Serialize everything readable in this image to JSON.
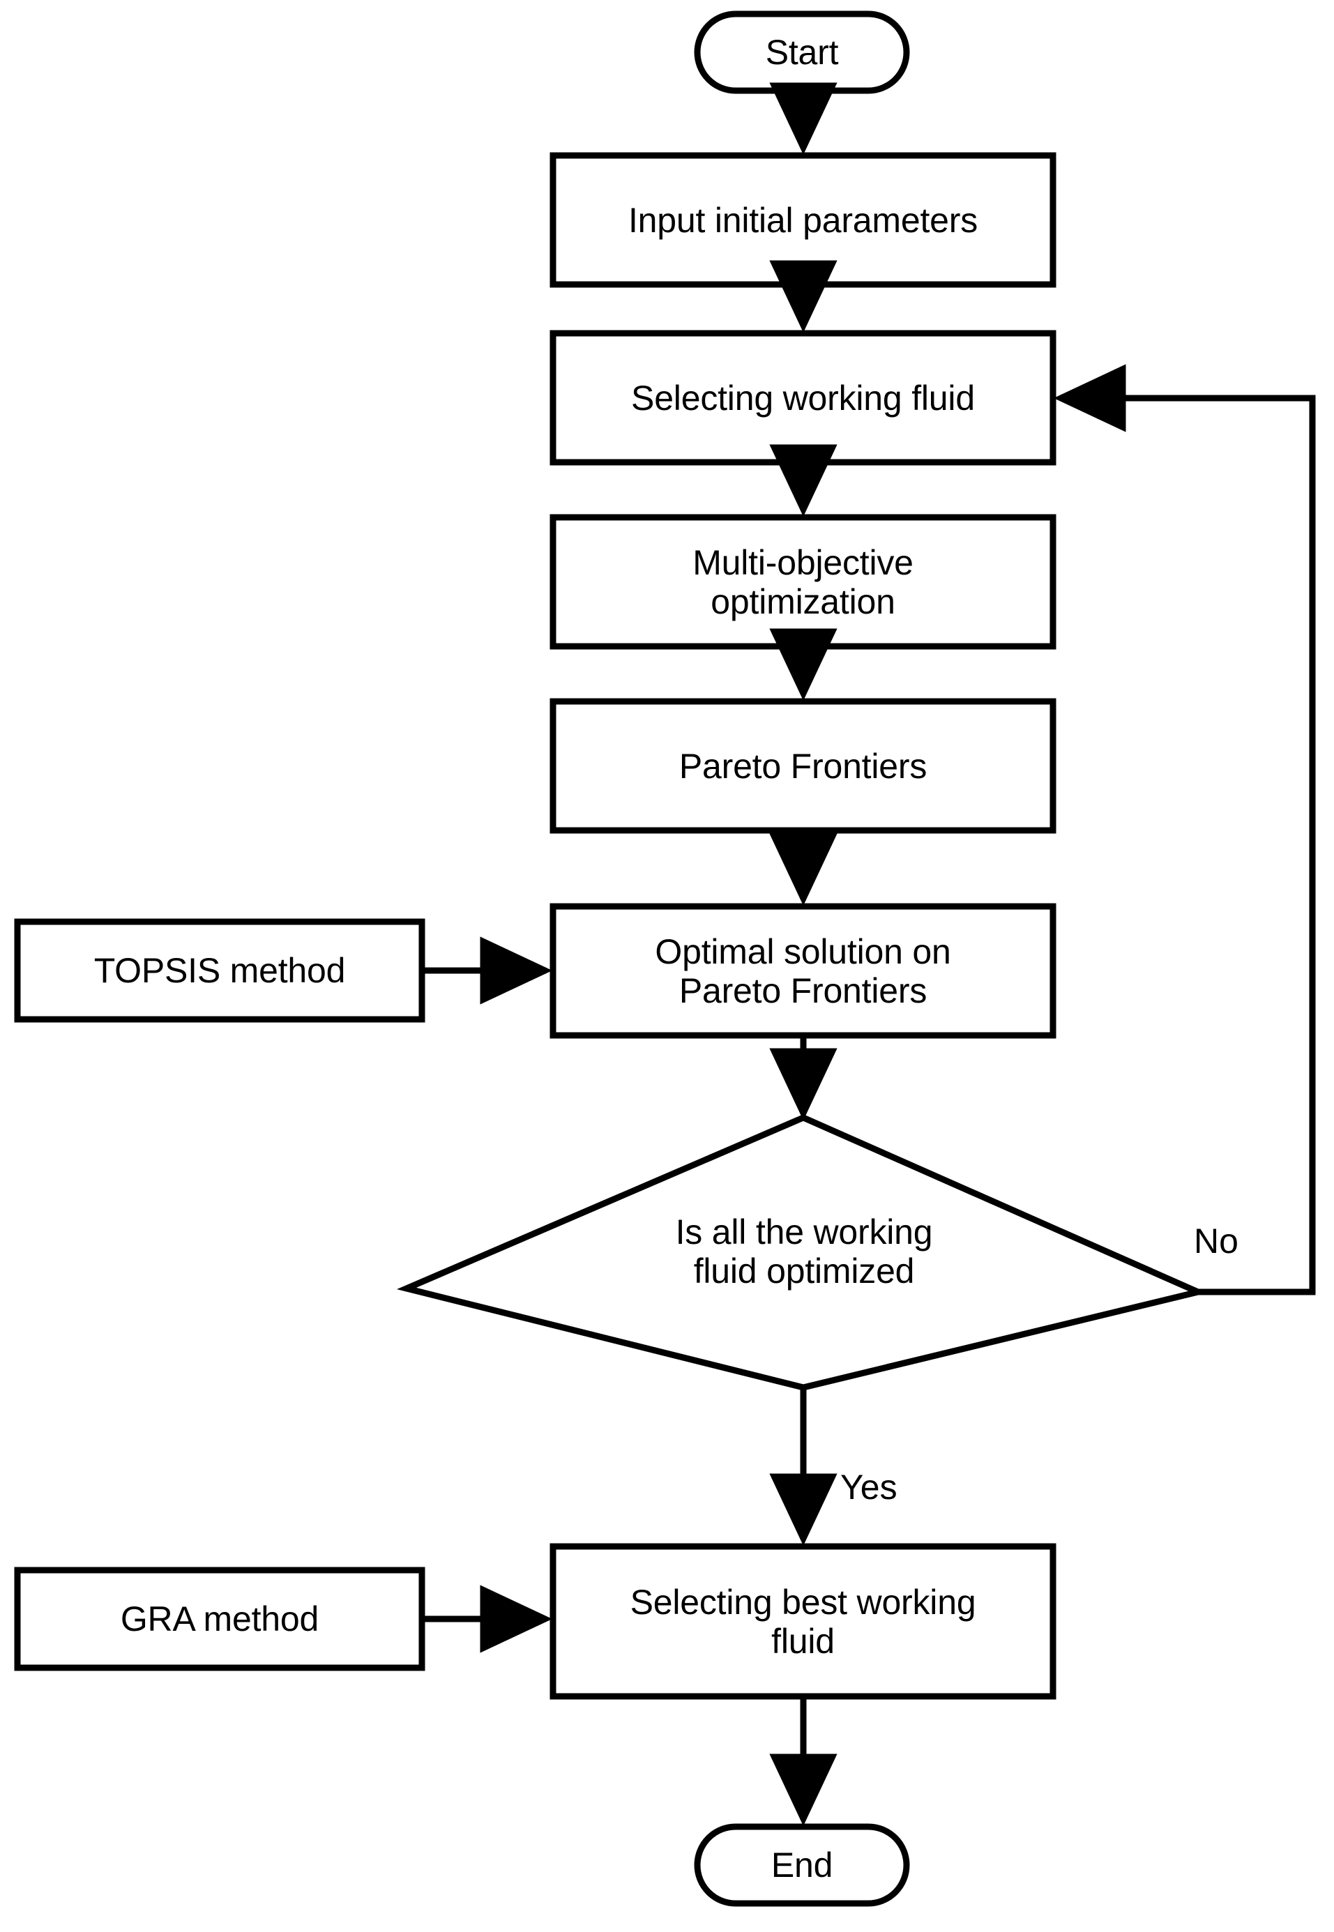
{
  "diagram": {
    "type": "flowchart",
    "orientation": "top-to-bottom",
    "background_color": "#ffffff",
    "stroke_color": "#000000",
    "text_color": "#000000",
    "nodes": [
      {
        "id": "start",
        "shape": "terminator",
        "label": "Start"
      },
      {
        "id": "input",
        "shape": "process",
        "label": "Input initial parameters"
      },
      {
        "id": "select",
        "shape": "process",
        "label": "Selecting working fluid"
      },
      {
        "id": "moo",
        "shape": "process",
        "label": "Multi-objective\noptimization"
      },
      {
        "id": "pareto",
        "shape": "process",
        "label": "Pareto Frontiers"
      },
      {
        "id": "topsis",
        "shape": "process",
        "label": "TOPSIS method"
      },
      {
        "id": "optimal",
        "shape": "process",
        "label": "Optimal solution on\nPareto Frontiers"
      },
      {
        "id": "decision",
        "shape": "decision",
        "label": "Is all the working\nfluid optimized"
      },
      {
        "id": "gra",
        "shape": "process",
        "label": "GRA method"
      },
      {
        "id": "best",
        "shape": "process",
        "label": "Selecting best working\nfluid"
      },
      {
        "id": "end",
        "shape": "terminator",
        "label": "End"
      }
    ],
    "edges": [
      {
        "from": "start",
        "to": "input",
        "label": ""
      },
      {
        "from": "input",
        "to": "select",
        "label": ""
      },
      {
        "from": "select",
        "to": "moo",
        "label": ""
      },
      {
        "from": "moo",
        "to": "pareto",
        "label": ""
      },
      {
        "from": "pareto",
        "to": "optimal",
        "label": ""
      },
      {
        "from": "topsis",
        "to": "optimal",
        "label": ""
      },
      {
        "from": "optimal",
        "to": "decision",
        "label": ""
      },
      {
        "from": "decision",
        "to": "select",
        "label": "No"
      },
      {
        "from": "decision",
        "to": "best",
        "label": "Yes"
      },
      {
        "from": "gra",
        "to": "best",
        "label": ""
      },
      {
        "from": "best",
        "to": "end",
        "label": ""
      }
    ],
    "edge_labels": {
      "no": "No",
      "yes": "Yes"
    }
  }
}
